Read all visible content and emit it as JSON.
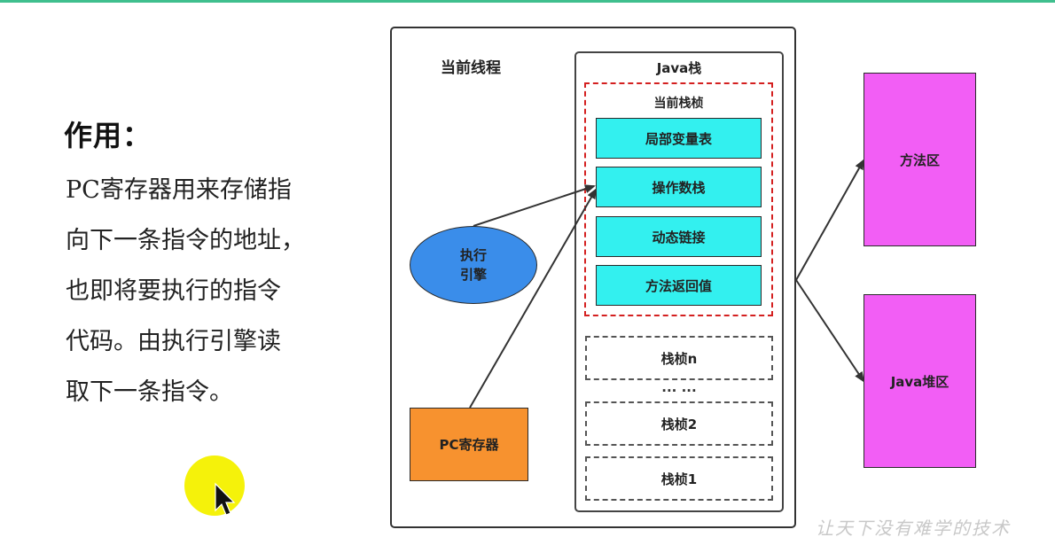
{
  "left": {
    "title": "作用：",
    "lines": [
      "PC寄存器用来存储指",
      "向下一条指令的地址，",
      "也即将要执行的指令",
      "代码。由执行引擎读",
      "取下一条指令。"
    ]
  },
  "diagram": {
    "thread_label": "当前线程",
    "java_stack_label": "Java栈",
    "current_frame_label": "当前栈桢",
    "frame_items": [
      "局部变量表",
      "操作数栈",
      "动态链接",
      "方法返回值"
    ],
    "other_frames": [
      "栈桢n",
      "栈桢2",
      "栈桢1"
    ],
    "ellipsis": "... ...",
    "engine_line1": "执行",
    "engine_line2": "引擎",
    "pc_register": "PC寄存器",
    "method_area": "方法区",
    "heap": "Java堆区"
  },
  "watermark": "让天下没有难学的技术",
  "colors": {
    "cyan": "#33f0ef",
    "engine_blue": "#3a8dea",
    "pc_orange": "#f7922f",
    "magenta": "#f25ef5",
    "frame_red_dashed": "#d42020",
    "cursor_highlight": "#f5f20a"
  }
}
